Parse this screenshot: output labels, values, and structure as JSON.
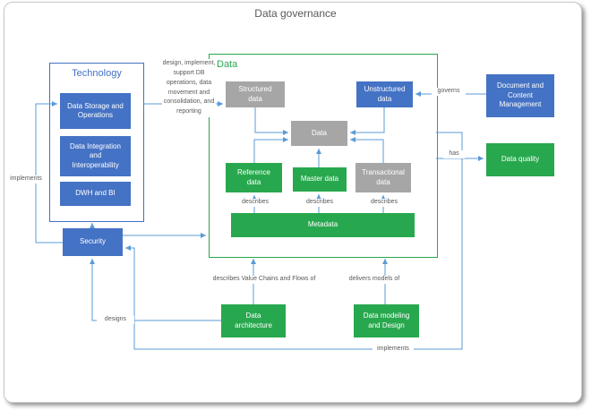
{
  "title": "Data governance",
  "colors": {
    "blue": "#4472C4",
    "gray": "#A6A6A6",
    "green": "#28A84E",
    "connector": "#5B9BD5",
    "label_text": "#595959",
    "frame_border": "#C9C9C9"
  },
  "containers": {
    "technology": {
      "label": "Technology"
    },
    "data": {
      "label": "Data"
    }
  },
  "boxes": {
    "data_storage": {
      "label": "Data Storage and Operations"
    },
    "data_integration": {
      "label": "Data Integration and Interoperability"
    },
    "dwh_bi": {
      "label": "DWH and BI"
    },
    "security": {
      "label": "Security"
    },
    "structured": {
      "label": "Structured data"
    },
    "unstructured": {
      "label": "Unstructured data"
    },
    "data": {
      "label": "Data"
    },
    "reference": {
      "label": "Reference data"
    },
    "master": {
      "label": "Master data"
    },
    "transactional": {
      "label": "Transactional data"
    },
    "metadata": {
      "label": "Metadata"
    },
    "document_management": {
      "label": "Document and Content Management"
    },
    "data_quality": {
      "label": "Data quality"
    },
    "data_architecture": {
      "label": "Data architecture"
    },
    "data_modeling": {
      "label": "Data modeling and Design"
    }
  },
  "edge_labels": {
    "tech_note": "design, implement, support DB operations, data movement and consolidation, and reporting",
    "implements_left": "implements",
    "governs": "governs",
    "has": "has",
    "describes_reference": "describes",
    "describes_master": "describes",
    "describes_transactional": "describes",
    "value_chains": "describes Value Chains and Flows of",
    "delivers_models": "delivers models of",
    "designs": "designs",
    "implements_bottom": "implements"
  }
}
